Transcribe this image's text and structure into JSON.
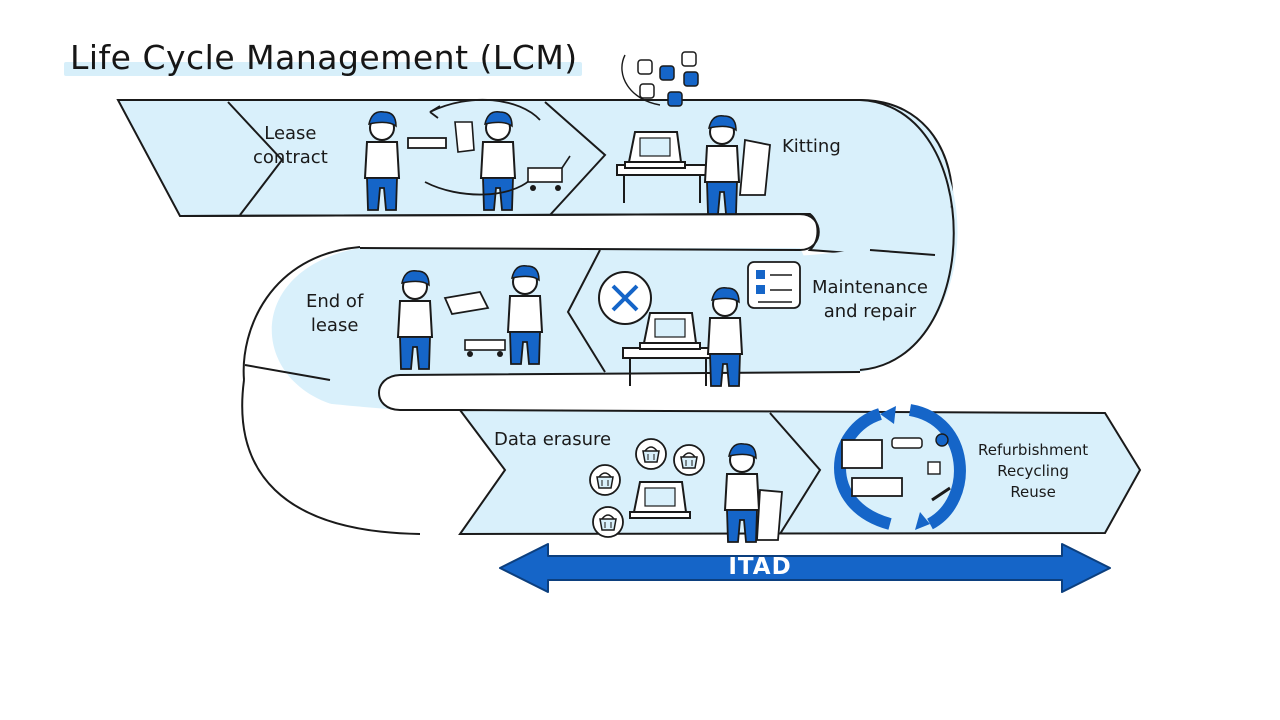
{
  "title": "Life Cycle Management (LCM)",
  "stages": {
    "lease_contract": [
      "Lease",
      "contract"
    ],
    "kitting": "Kitting",
    "end_of_lease": [
      "End of",
      "lease"
    ],
    "maintenance": [
      "Maintenance",
      "and repair"
    ],
    "data_erasure": "Data erasure",
    "refurbishment": [
      "Refurbishment",
      "Recycling",
      "Reuse"
    ]
  },
  "itad": "ITAD",
  "colors": {
    "light_blue": "#d9f0fb",
    "accent_blue": "#1565c8",
    "outline": "#1a1a1a"
  }
}
